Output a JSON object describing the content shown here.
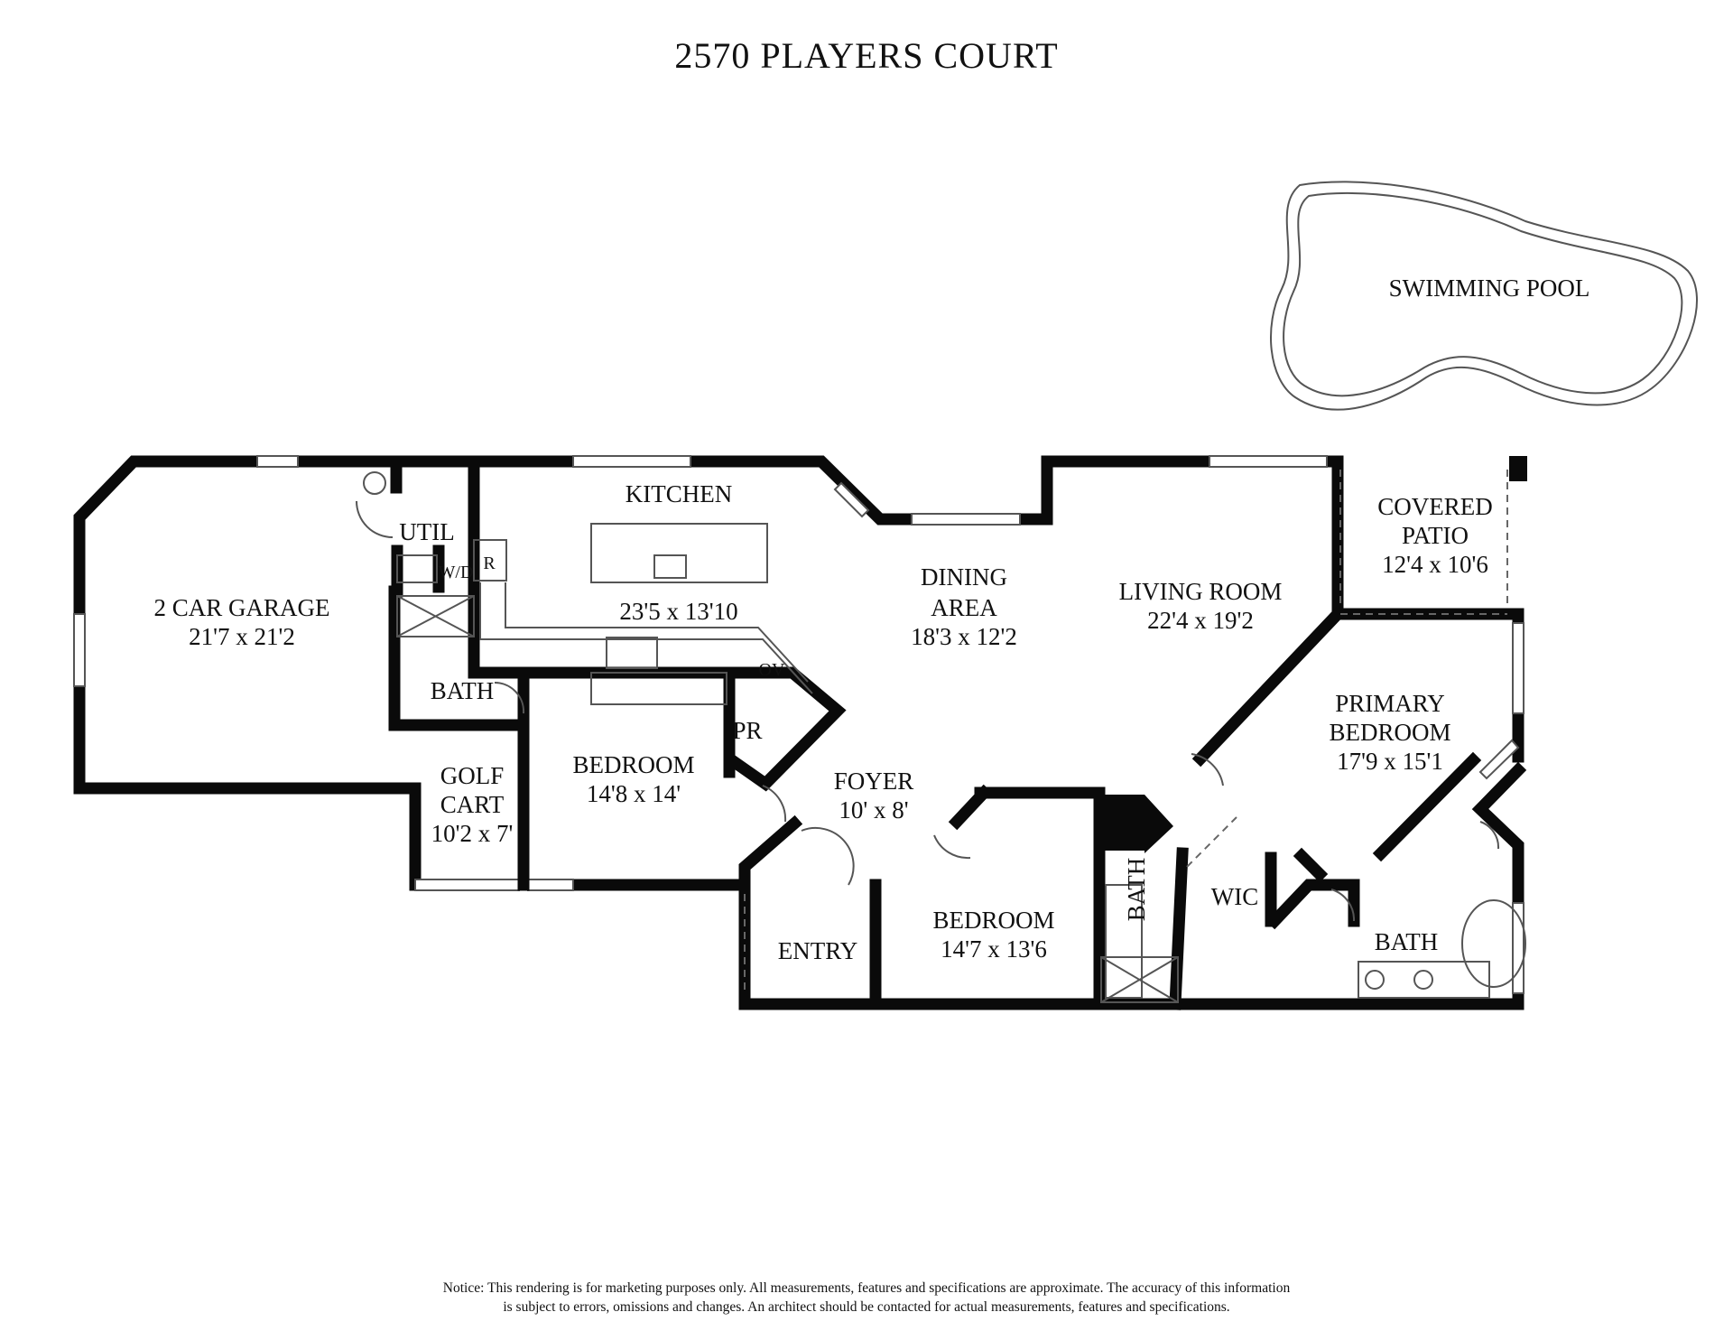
{
  "title": "2570 PLAYERS COURT",
  "rooms": {
    "garage": {
      "name": "2 CAR GARAGE",
      "size": "21'7 x 21'2"
    },
    "util": {
      "name": "UTIL"
    },
    "wd": {
      "name": "W/D"
    },
    "fridge": {
      "name": "R"
    },
    "kitchen": {
      "name": "KITCHEN",
      "size": "23'5 x 13'10"
    },
    "oven": {
      "name": "OV"
    },
    "powder": {
      "name": "PR"
    },
    "dining": {
      "name_1": "DINING",
      "name_2": "AREA",
      "size": "18'3 x 12'2"
    },
    "living": {
      "name": "LIVING ROOM",
      "size": "22'4 x 19'2"
    },
    "patio": {
      "name_1": "COVERED",
      "name_2": "PATIO",
      "size": "12'4 x 10'6"
    },
    "pool": {
      "name": "SWIMMING POOL"
    },
    "bath1": {
      "name": "BATH"
    },
    "golf": {
      "name_1": "GOLF",
      "name_2": "CART",
      "size": "10'2 x 7'"
    },
    "bedroom1": {
      "name": "BEDROOM",
      "size": "14'8 x 14'"
    },
    "foyer": {
      "name": "FOYER",
      "size": "10' x 8'"
    },
    "entry": {
      "name": "ENTRY"
    },
    "bedroom2": {
      "name": "BEDROOM",
      "size": "14'7 x 13'6"
    },
    "bath2": {
      "name": "BATH"
    },
    "wic": {
      "name": "WIC"
    },
    "primary": {
      "name_1": "PRIMARY",
      "name_2": "BEDROOM",
      "size": "17'9 x 15'1"
    },
    "bath3": {
      "name": "BATH"
    }
  },
  "notice": {
    "line1": "Notice: This rendering is for marketing purposes only. All measurements, features and specifications are approximate. The accuracy of this information",
    "line2": "is subject to errors, omissions and changes. An architect should be contacted for actual measurements, features and specifications."
  }
}
